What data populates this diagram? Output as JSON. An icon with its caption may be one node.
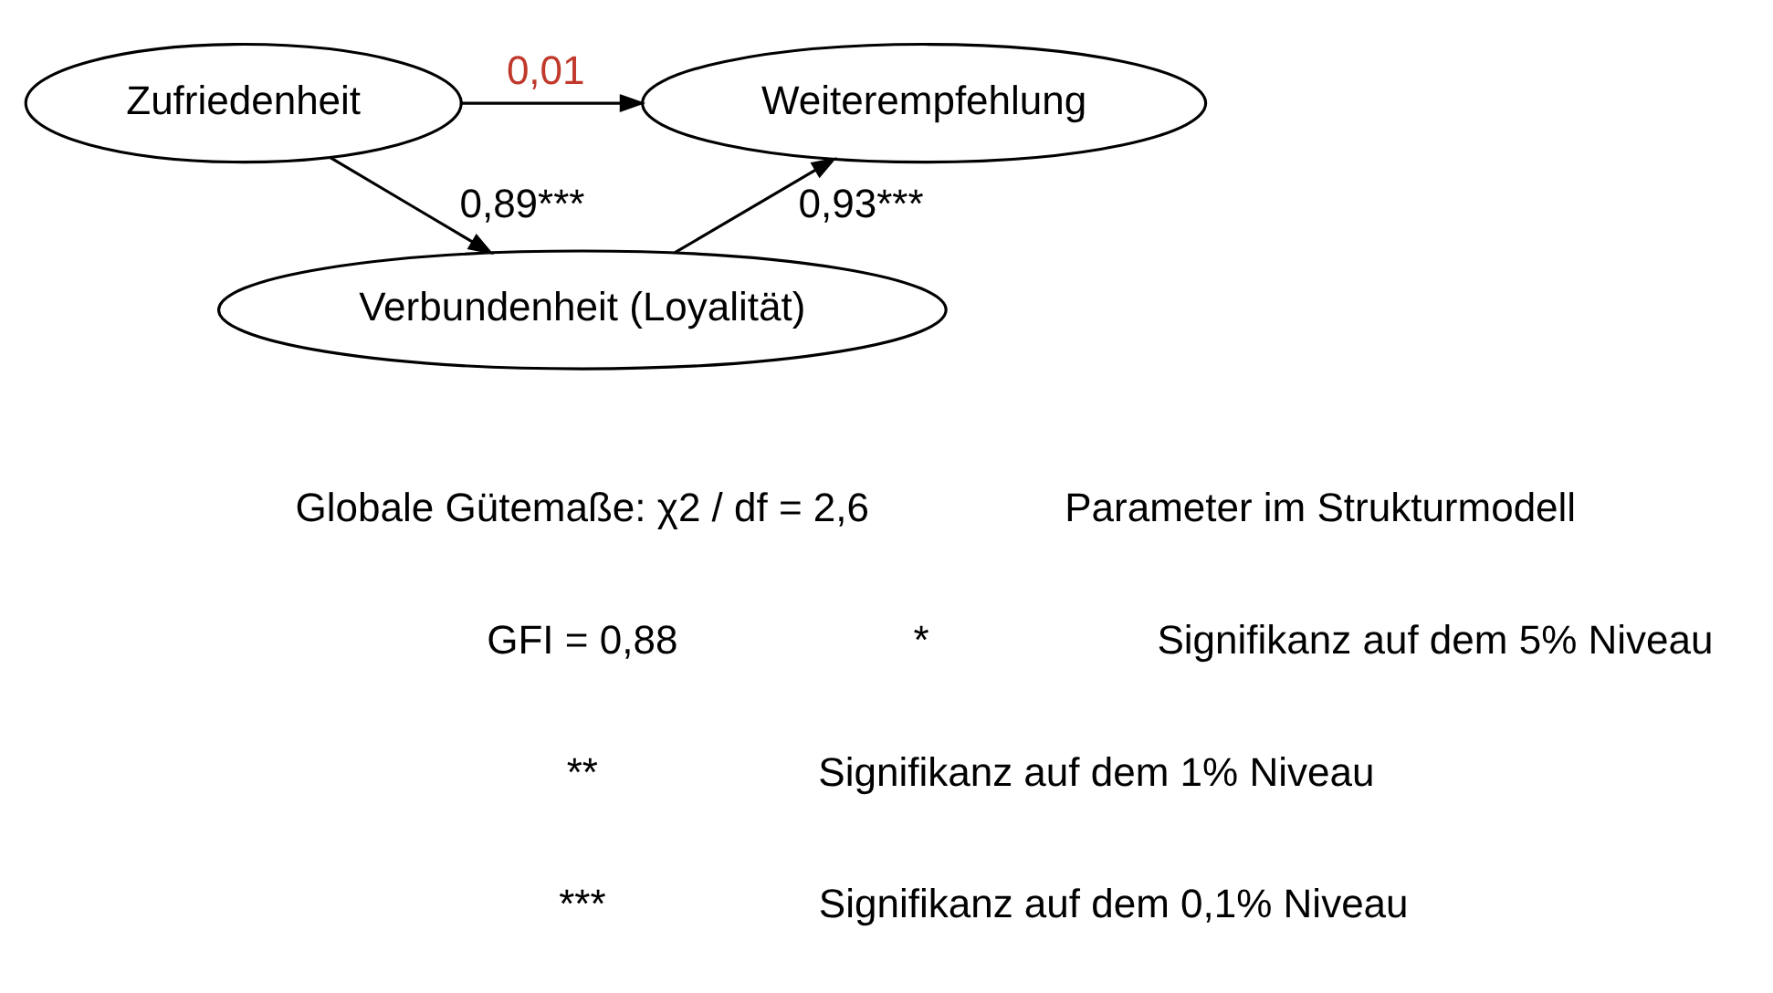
{
  "diagram": {
    "nodes": [
      {
        "text": [
          "Zufriedenheit"
        ]
      },
      {
        "text": [
          "Weiterempfehlung"
        ]
      },
      {
        "text": [
          "Verbundenheit (Loyalität)"
        ]
      }
    ],
    "edges": [
      {
        "from": 0,
        "to": 1,
        "arrow": "to",
        "label": "0,01"
      },
      {
        "from": 0,
        "to": 2,
        "arrow": "to",
        "label": "0,89***"
      },
      {
        "from": 2,
        "to": 1,
        "arrow": "to",
        "label": "0,93***"
      }
    ],
    "labels": [
      "Globale Gütemaße: χ2 / df = 2,6",
      "GFI = 0,88",
      "Parameter im Strukturmodell",
      "*",
      "Signifikanz auf dem 5% Niveau",
      "**",
      "Signifikanz auf dem 1% Niveau",
      "***",
      "Signifikanz auf dem 0,1% Niveau"
    ]
  }
}
